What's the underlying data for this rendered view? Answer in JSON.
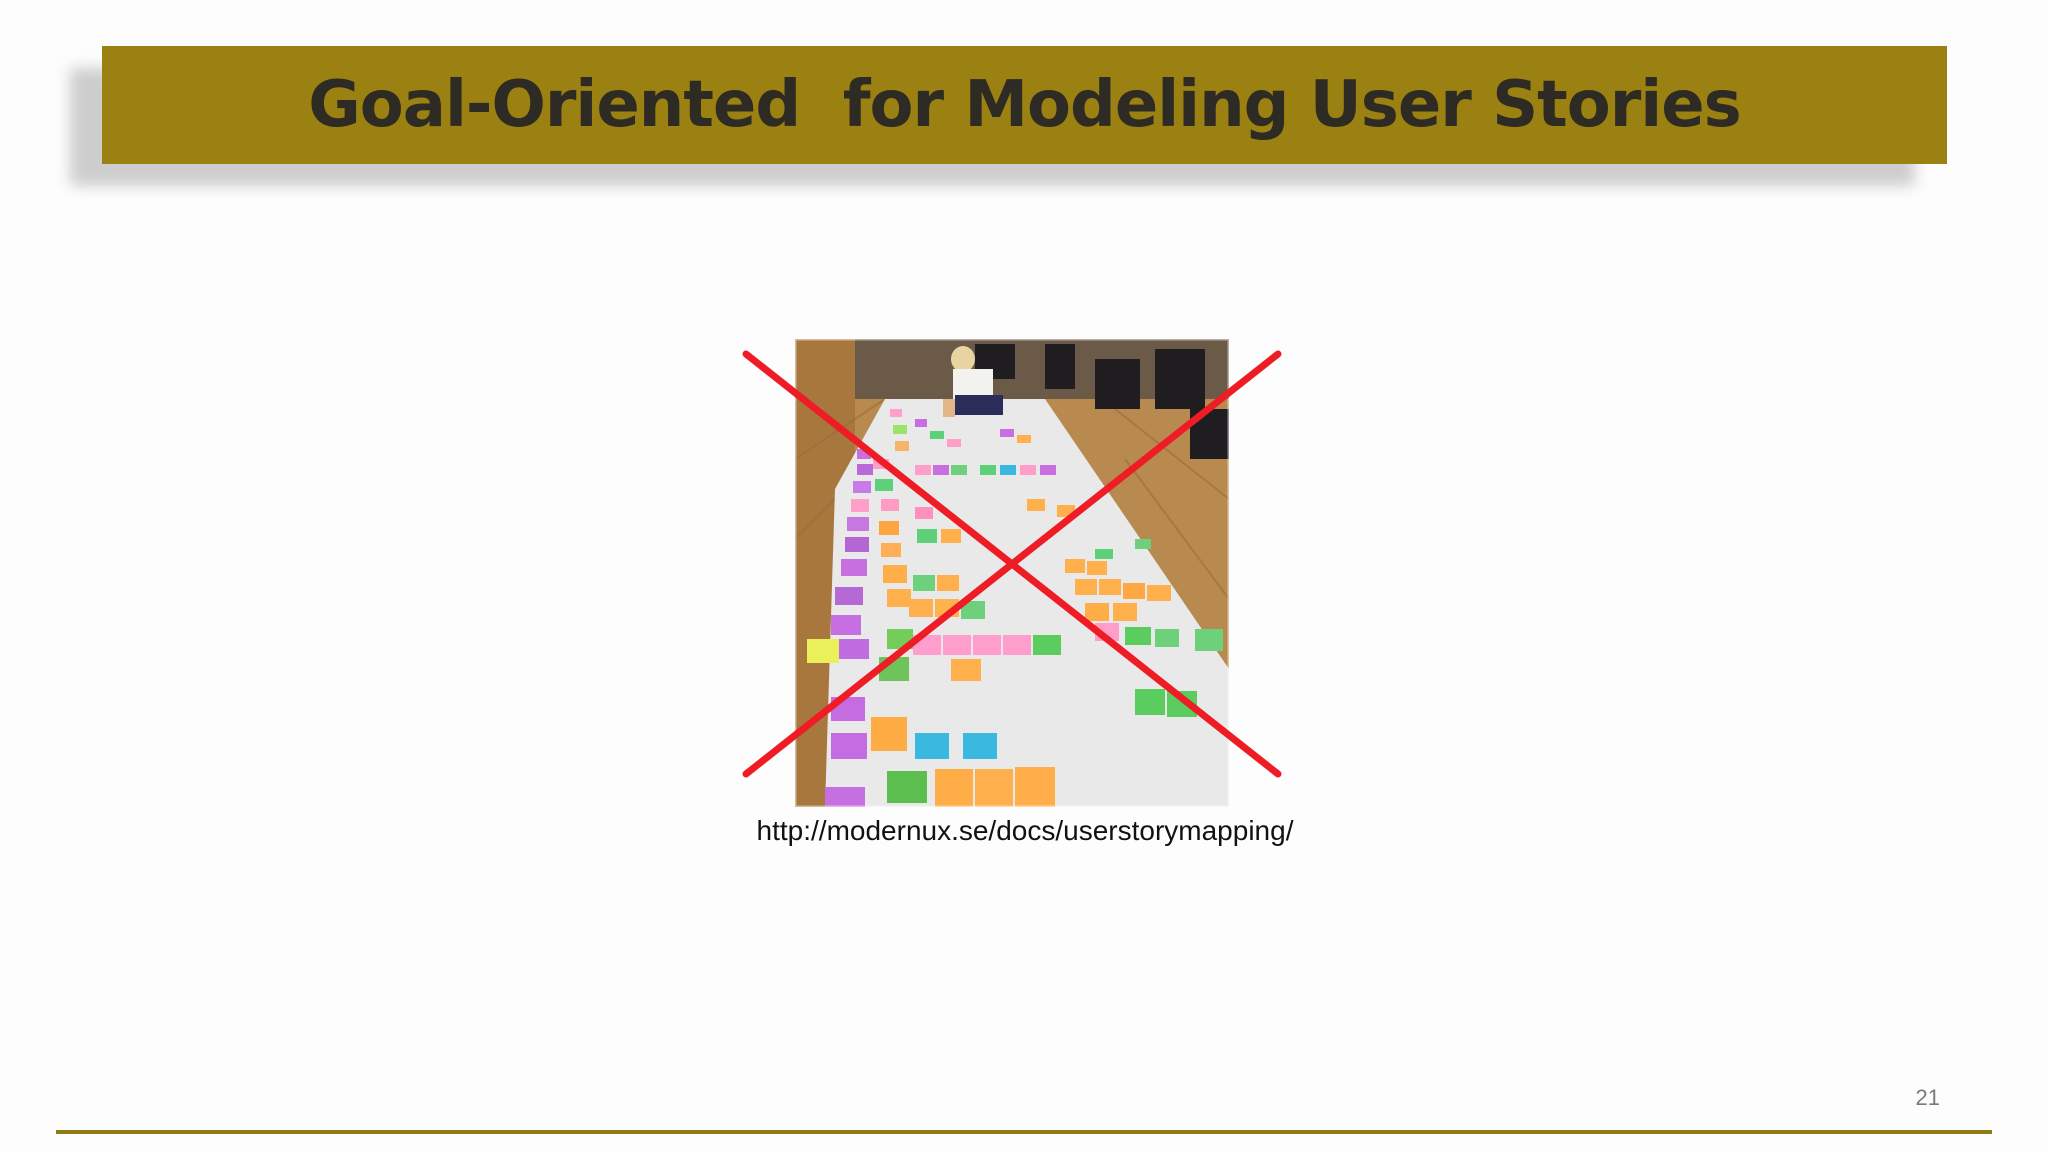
{
  "slide": {
    "title": "Goal-Oriented  for Modeling User Stories",
    "image_caption": "http://modernux.se/docs/userstorymapping/",
    "page_number": "21"
  },
  "image": {
    "subject": "photo of a long paper roll on a wooden floor covered with colorful sticky notes (story map), a person crouching at the far end",
    "overlay": "red X cross-out"
  },
  "colors": {
    "title_bar": "#9a8111",
    "title_text": "#2e2a24",
    "cross": "#ee1c25",
    "rule": "#8f7a14"
  }
}
